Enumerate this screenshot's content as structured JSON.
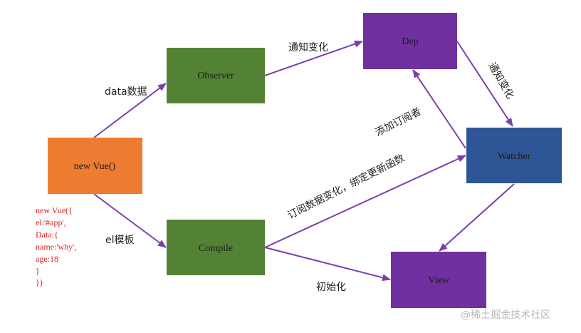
{
  "colors": {
    "orange": "#ee7c30",
    "green": "#538234",
    "purple": "#7030a0",
    "blue": "#2e5595",
    "arrow": "#7c3fa9",
    "code": "#e02020"
  },
  "nodes": {
    "new_vue": "new Vue()",
    "observer": "Observer",
    "compile": "Compile",
    "dep": "Dep",
    "watcher": "Watcher",
    "view": "View"
  },
  "edges": {
    "data_to_observer": "data数据",
    "el_to_compile": "el模板",
    "observer_to_dep": "通知变化",
    "dep_to_watcher": "通知变化",
    "watcher_to_dep": "添加订阅者",
    "compile_to_watcher": "订阅数据变化，绑定更新函数",
    "compile_to_view": "初始化"
  },
  "code_snippet": [
    "new Vue({",
    "el:'#app',",
    "Data:{",
    "name:'why',",
    "age:18",
    "}",
    "})"
  ],
  "watermark": "@稀土掘金技术社区"
}
